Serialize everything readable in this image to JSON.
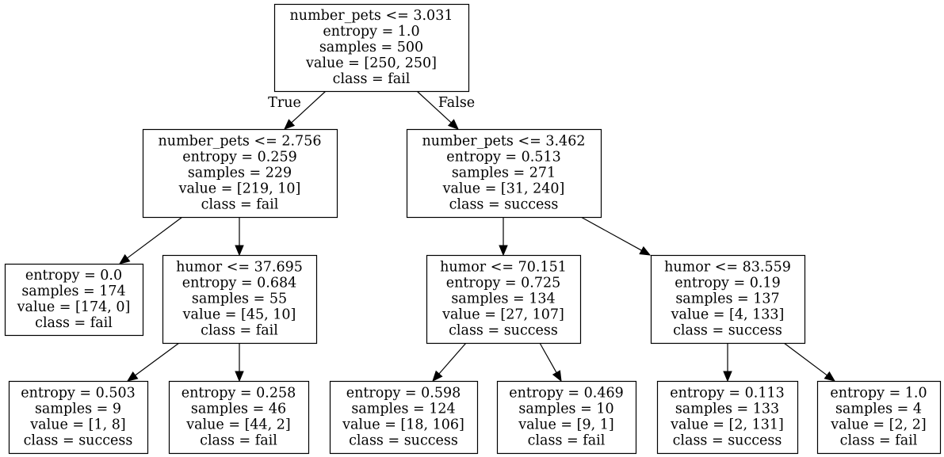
{
  "diagram": {
    "branch_labels": {
      "true_label": "True",
      "false_label": "False"
    },
    "nodes": [
      {
        "id": "n0",
        "lines": [
          "number_pets <= 3.031",
          "entropy = 1.0",
          "samples = 500",
          "value = [250, 250]",
          "class = fail"
        ]
      },
      {
        "id": "n1",
        "lines": [
          "number_pets <= 2.756",
          "entropy = 0.259",
          "samples = 229",
          "value = [219, 10]",
          "class = fail"
        ]
      },
      {
        "id": "n2",
        "lines": [
          "number_pets <= 3.462",
          "entropy = 0.513",
          "samples = 271",
          "value = [31, 240]",
          "class = success"
        ]
      },
      {
        "id": "n3",
        "lines": [
          "entropy = 0.0",
          "samples = 174",
          "value = [174, 0]",
          "class = fail"
        ]
      },
      {
        "id": "n4",
        "lines": [
          "humor <= 37.695",
          "entropy = 0.684",
          "samples = 55",
          "value = [45, 10]",
          "class = fail"
        ]
      },
      {
        "id": "n5",
        "lines": [
          "humor <= 70.151",
          "entropy = 0.725",
          "samples = 134",
          "value = [27, 107]",
          "class = success"
        ]
      },
      {
        "id": "n6",
        "lines": [
          "humor <= 83.559",
          "entropy = 0.19",
          "samples = 137",
          "value = [4, 133]",
          "class = success"
        ]
      },
      {
        "id": "n7",
        "lines": [
          "entropy = 0.503",
          "samples = 9",
          "value = [1, 8]",
          "class = success"
        ]
      },
      {
        "id": "n8",
        "lines": [
          "entropy = 0.258",
          "samples = 46",
          "value = [44, 2]",
          "class = fail"
        ]
      },
      {
        "id": "n9",
        "lines": [
          "entropy = 0.598",
          "samples = 124",
          "value = [18, 106]",
          "class = success"
        ]
      },
      {
        "id": "n10",
        "lines": [
          "entropy = 0.469",
          "samples = 10",
          "value = [9, 1]",
          "class = fail"
        ]
      },
      {
        "id": "n11",
        "lines": [
          "entropy = 0.113",
          "samples = 133",
          "value = [2, 131]",
          "class = success"
        ]
      },
      {
        "id": "n12",
        "lines": [
          "entropy = 1.0",
          "samples = 4",
          "value = [2, 2]",
          "class = fail"
        ]
      }
    ],
    "edges": [
      {
        "from": "n0",
        "to": "n1",
        "label": "true"
      },
      {
        "from": "n0",
        "to": "n2",
        "label": "false"
      },
      {
        "from": "n1",
        "to": "n3"
      },
      {
        "from": "n1",
        "to": "n4"
      },
      {
        "from": "n2",
        "to": "n5"
      },
      {
        "from": "n2",
        "to": "n6"
      },
      {
        "from": "n4",
        "to": "n7"
      },
      {
        "from": "n4",
        "to": "n8"
      },
      {
        "from": "n5",
        "to": "n9"
      },
      {
        "from": "n5",
        "to": "n10"
      },
      {
        "from": "n6",
        "to": "n11"
      },
      {
        "from": "n6",
        "to": "n12"
      }
    ]
  }
}
